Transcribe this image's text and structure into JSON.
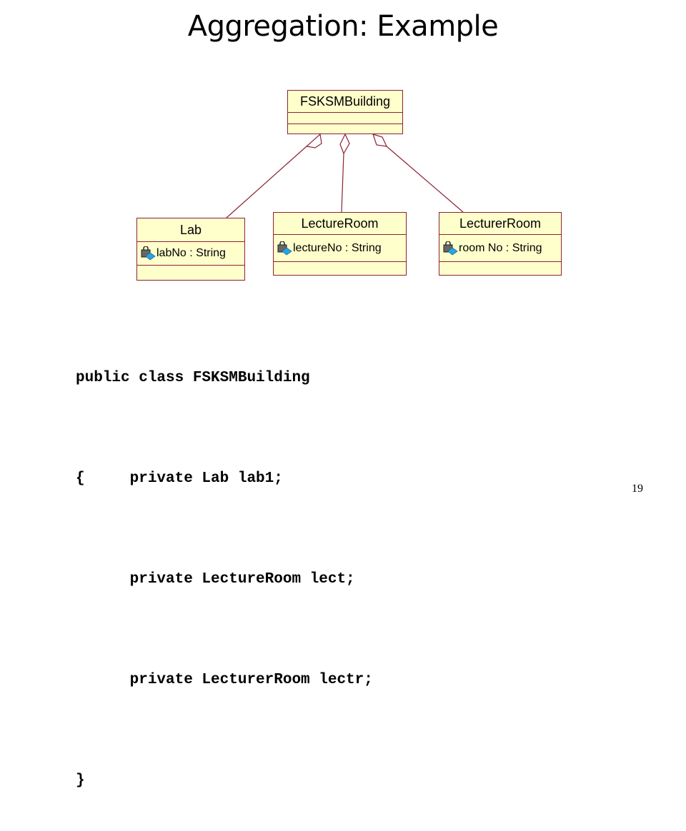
{
  "title": "Aggregation: Example",
  "page_number": "19",
  "colors": {
    "class_fill": "#ffffcc",
    "class_border": "#8b2232",
    "connector": "#8b2232"
  },
  "classes": {
    "fsksm": {
      "name": "FSKSMBuilding",
      "attributes": []
    },
    "lab": {
      "name": "Lab",
      "attributes": [
        "labNo : String"
      ]
    },
    "lecture_room": {
      "name": "LectureRoom",
      "attributes": [
        "lectureNo : String"
      ]
    },
    "lecturer_room": {
      "name": "LecturerRoom",
      "attributes": [
        "room No : String"
      ]
    }
  },
  "relationships": [
    {
      "type": "aggregation",
      "whole": "FSKSMBuilding",
      "part": "Lab"
    },
    {
      "type": "aggregation",
      "whole": "FSKSMBuilding",
      "part": "LectureRoom"
    },
    {
      "type": "aggregation",
      "whole": "FSKSMBuilding",
      "part": "LecturerRoom"
    }
  ],
  "code": {
    "line1": "public class FSKSMBuilding",
    "line2": "{     private Lab lab1;",
    "line3": "      private LectureRoom lect;",
    "line4": "      private LecturerRoom lectr;",
    "line5": "}"
  },
  "icons": {
    "attribute": "attribute-key-icon"
  }
}
